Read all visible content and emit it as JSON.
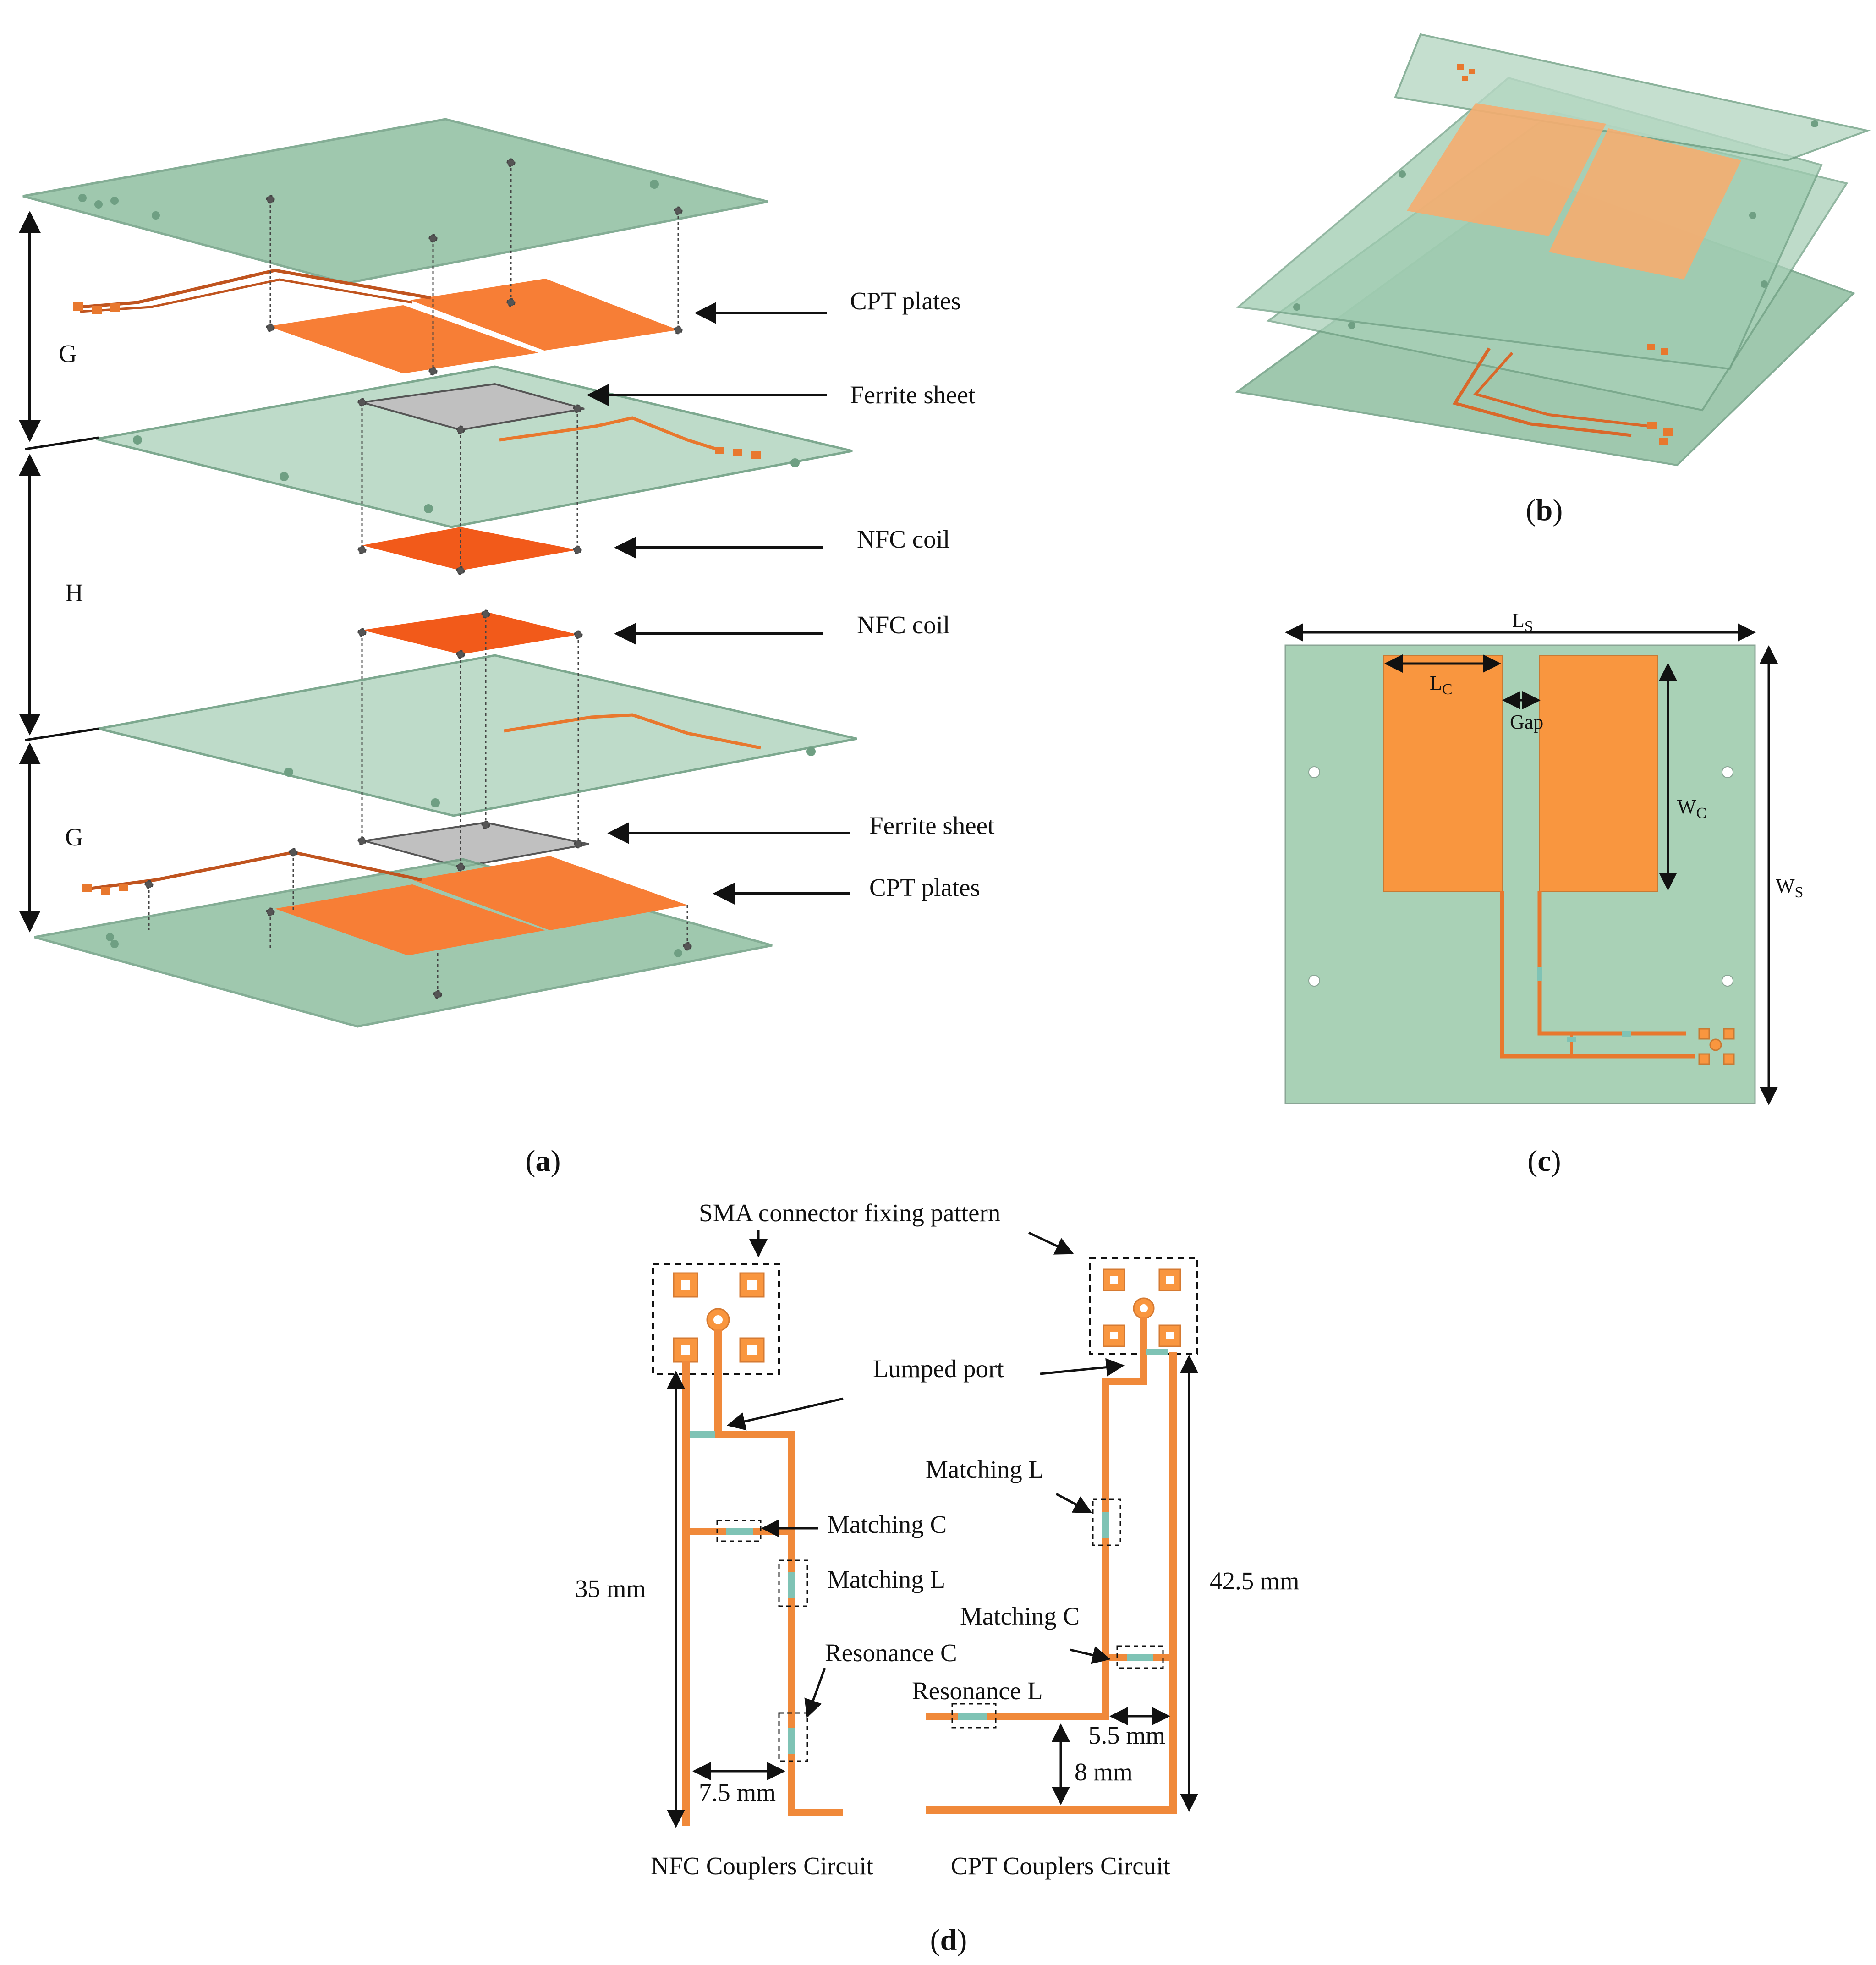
{
  "colors": {
    "pcb_green": "#8fbfa0",
    "pcb_green_light": "#b7d8c4",
    "pcb_edge": "#6f9f83",
    "copper_orange": "#f9963f",
    "coil_red": "#f25a1a",
    "trace_orange": "#e8782e",
    "ferrite_gray": "#c0c0c0",
    "component_teal": "#7fc3b5",
    "post_gray": "#555555"
  },
  "panel_a": {
    "caption_open": "(",
    "caption_letter": "a",
    "caption_close": ")",
    "dim_G_top": "G",
    "dim_H": "H",
    "dim_G_bottom": "G",
    "label_cpt_top": "CPT plates",
    "label_ferrite_top": "Ferrite sheet",
    "label_nfc_top": "NFC coil",
    "label_nfc_bottom": "NFC coil",
    "label_ferrite_bottom": "Ferrite sheet",
    "label_cpt_bottom": "CPT plates"
  },
  "panel_b": {
    "caption_open": "(",
    "caption_letter": "b",
    "caption_close": ")"
  },
  "panel_c": {
    "caption_open": "(",
    "caption_letter": "c",
    "caption_close": ")",
    "ls_main": "L",
    "ls_sub": "S",
    "lc_main": "L",
    "lc_sub": "C",
    "gap": "Gap",
    "wc_main": "W",
    "wc_sub": "C",
    "ws_main": "W",
    "ws_sub": "S"
  },
  "panel_d": {
    "caption_open": "(",
    "caption_letter": "d",
    "caption_close": ")",
    "sma_label": "SMA connector fixing pattern",
    "lumped_port": "Lumped port",
    "nfc_matching_c": "Matching C",
    "nfc_matching_l": "Matching L",
    "nfc_resonance_c": "Resonance C",
    "dim_35": "35 mm",
    "dim_7_5": "7.5 mm",
    "nfc_circuit": "NFC Couplers Circuit",
    "cpt_matching_l": "Matching L",
    "cpt_matching_c": "Matching C",
    "cpt_resonance_l": "Resonance L",
    "dim_42_5": "42.5 mm",
    "dim_5_5": "5.5 mm",
    "dim_8": "8 mm",
    "cpt_circuit": "CPT Couplers Circuit"
  }
}
